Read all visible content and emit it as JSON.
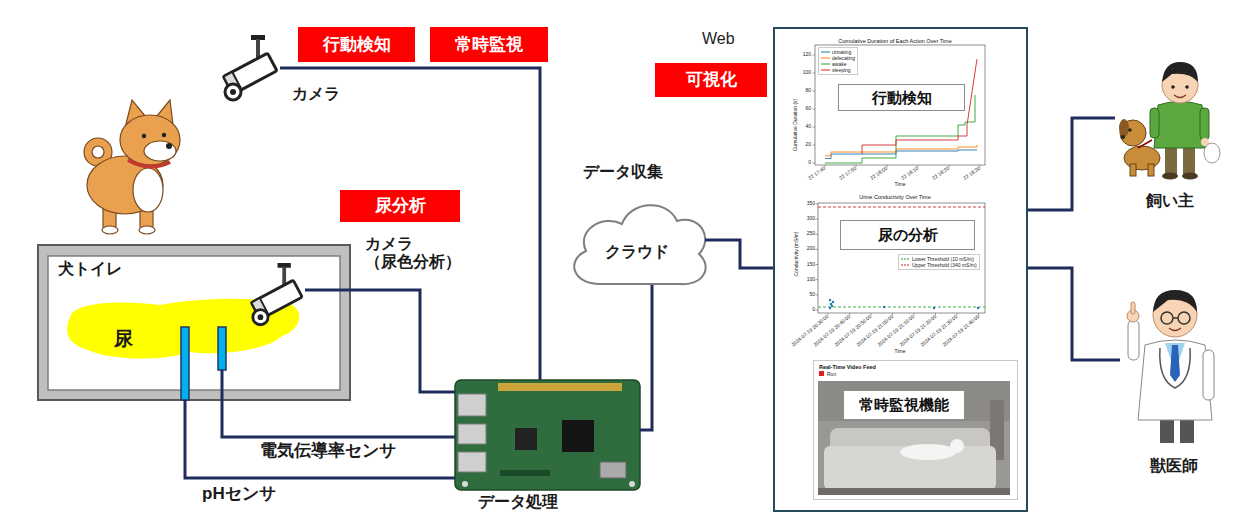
{
  "diagram": {
    "nodes": [
      {
        "text": [
          "行動検知"
        ]
      },
      {
        "text": [
          "常時監視"
        ]
      },
      {
        "text": [
          "カメラ"
        ]
      },
      {
        "text": [
          "尿分析"
        ]
      },
      {
        "text": [
          "犬トイレ"
        ]
      },
      {
        "text": [
          "尿"
        ],
        "in": 4
      },
      {
        "text": [
          "カメラ （尿色分析）"
        ],
        "in": 4
      },
      {
        "text": [
          "データ処理"
        ]
      },
      {
        "text": [
          "データ収集",
          "クラウド"
        ]
      },
      {
        "text": [
          "可視化"
        ]
      },
      {
        "text": [
          "Web"
        ]
      },
      {
        "text": [
          "Cumulative Duration of Each Action Over Time"
        ],
        "in": 10
      },
      {
        "text": [
          "行動検知"
        ],
        "in": 11
      },
      {
        "text": [
          "Urine Conductivity Over Time"
        ],
        "in": 10
      },
      {
        "text": [
          "尿の分析"
        ],
        "in": 13
      },
      {
        "text": [
          "Real-Time Video Feed"
        ],
        "in": 10
      },
      {
        "text": [
          "常時監視機能"
        ],
        "in": 15
      },
      {
        "text": [
          "飼い主"
        ]
      },
      {
        "text": [
          "獣医師"
        ]
      }
    ],
    "edges": [
      {
        "from": 2,
        "to": 7,
        "arrow": "none"
      },
      {
        "from": 6,
        "to": 7,
        "arrow": "none"
      },
      {
        "from": 4,
        "to": 7,
        "label": "電気伝導率センサ",
        "arrow": "none"
      },
      {
        "from": 4,
        "to": 7,
        "label": "pHセンサ",
        "arrow": "none"
      },
      {
        "from": 7,
        "to": 8,
        "arrow": "none"
      },
      {
        "from": 8,
        "to": 10,
        "arrow": "none"
      },
      {
        "from": 10,
        "to": 17,
        "arrow": "none"
      },
      {
        "from": 10,
        "to": 18,
        "arrow": "none"
      }
    ],
    "labels": [
      "Cumulative Duration (s)",
      "0",
      "20",
      "40",
      "60",
      "80",
      "100",
      "120",
      "22 17:40",
      "22 17:50",
      "22 18:00",
      "22 18:10",
      "22 18:20",
      "22 18:30",
      "Time",
      "Conductivity (mS/m)",
      "0",
      "50",
      "100",
      "150",
      "200",
      "250",
      "300",
      "350",
      "2024-07-19 20:30:00",
      "2024-07-19 20:40:00",
      "2024-07-19 20:50:00",
      "2024-07-19 21:00:00",
      "2024-07-19 21:10:00",
      "2024-07-19 21:20:00",
      "2024-07-19 21:30:00",
      "2024-07-19 21:40:00",
      "Time",
      "Run"
    ],
    "legend": [
      {
        "text": "urinating"
      },
      {
        "text": "defecating"
      },
      {
        "text": "awake"
      },
      {
        "text": "sleeping"
      },
      {
        "text": "Lower Threshold (10 mS/m)"
      },
      {
        "text": "Upper Threshold (340 mS/m)"
      }
    ]
  }
}
